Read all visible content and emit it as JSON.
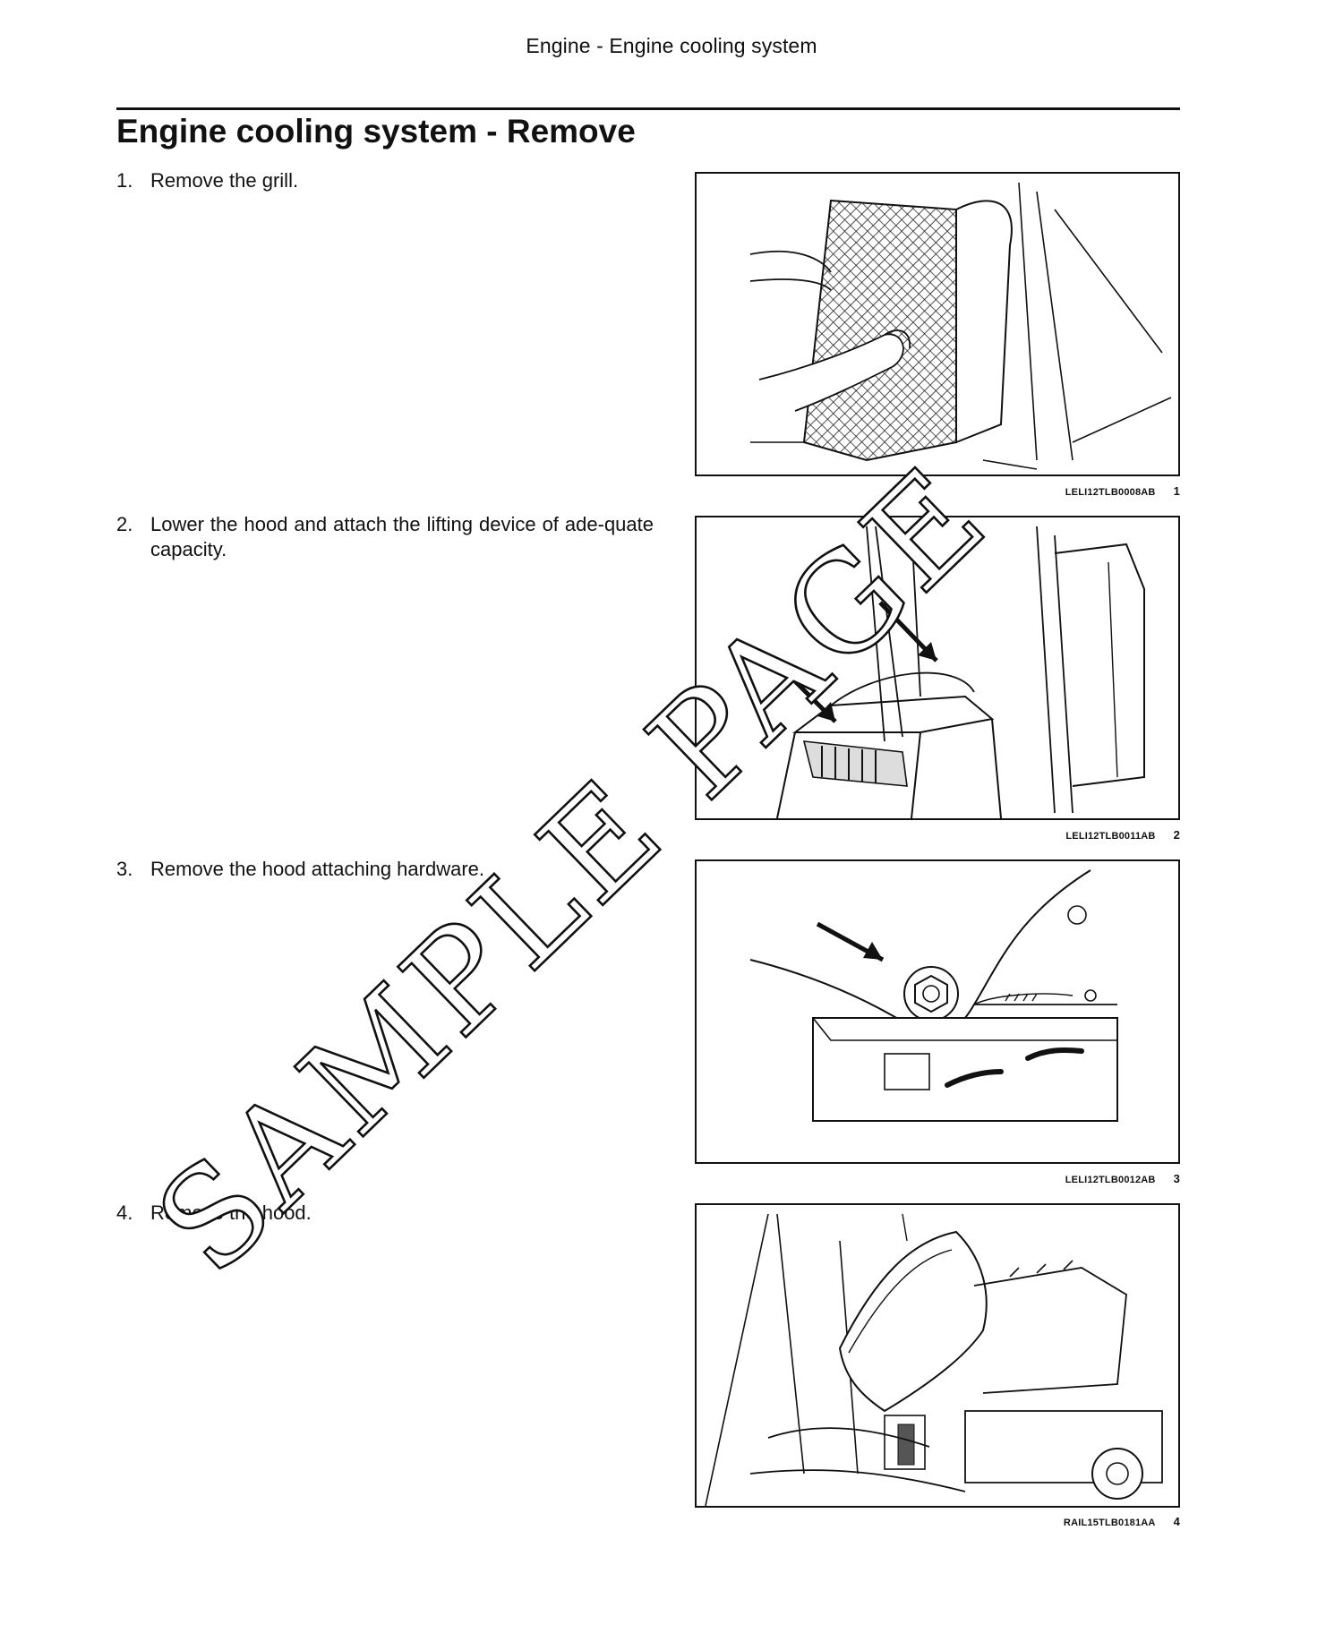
{
  "header": {
    "title": "Engine - Engine cooling system"
  },
  "section": {
    "title": "Engine cooling system - Remove"
  },
  "steps": [
    {
      "number": "1.",
      "text": "Remove the grill."
    },
    {
      "number": "2.",
      "text": "Lower the hood and attach the lifting device of ade-quate capacity."
    },
    {
      "number": "3.",
      "text": "Remove the hood attaching hardware."
    },
    {
      "number": "4.",
      "text": "Remove the hood."
    }
  ],
  "figures": [
    {
      "code": "LELI12TLB0008AB",
      "number": "1"
    },
    {
      "code": "LELI12TLB0011AB",
      "number": "2"
    },
    {
      "code": "LELI12TLB0012AB",
      "number": "3"
    },
    {
      "code": "RAIL15TLB0181AA",
      "number": "4"
    }
  ],
  "watermark": {
    "text": "SAMPLE PAGE"
  }
}
